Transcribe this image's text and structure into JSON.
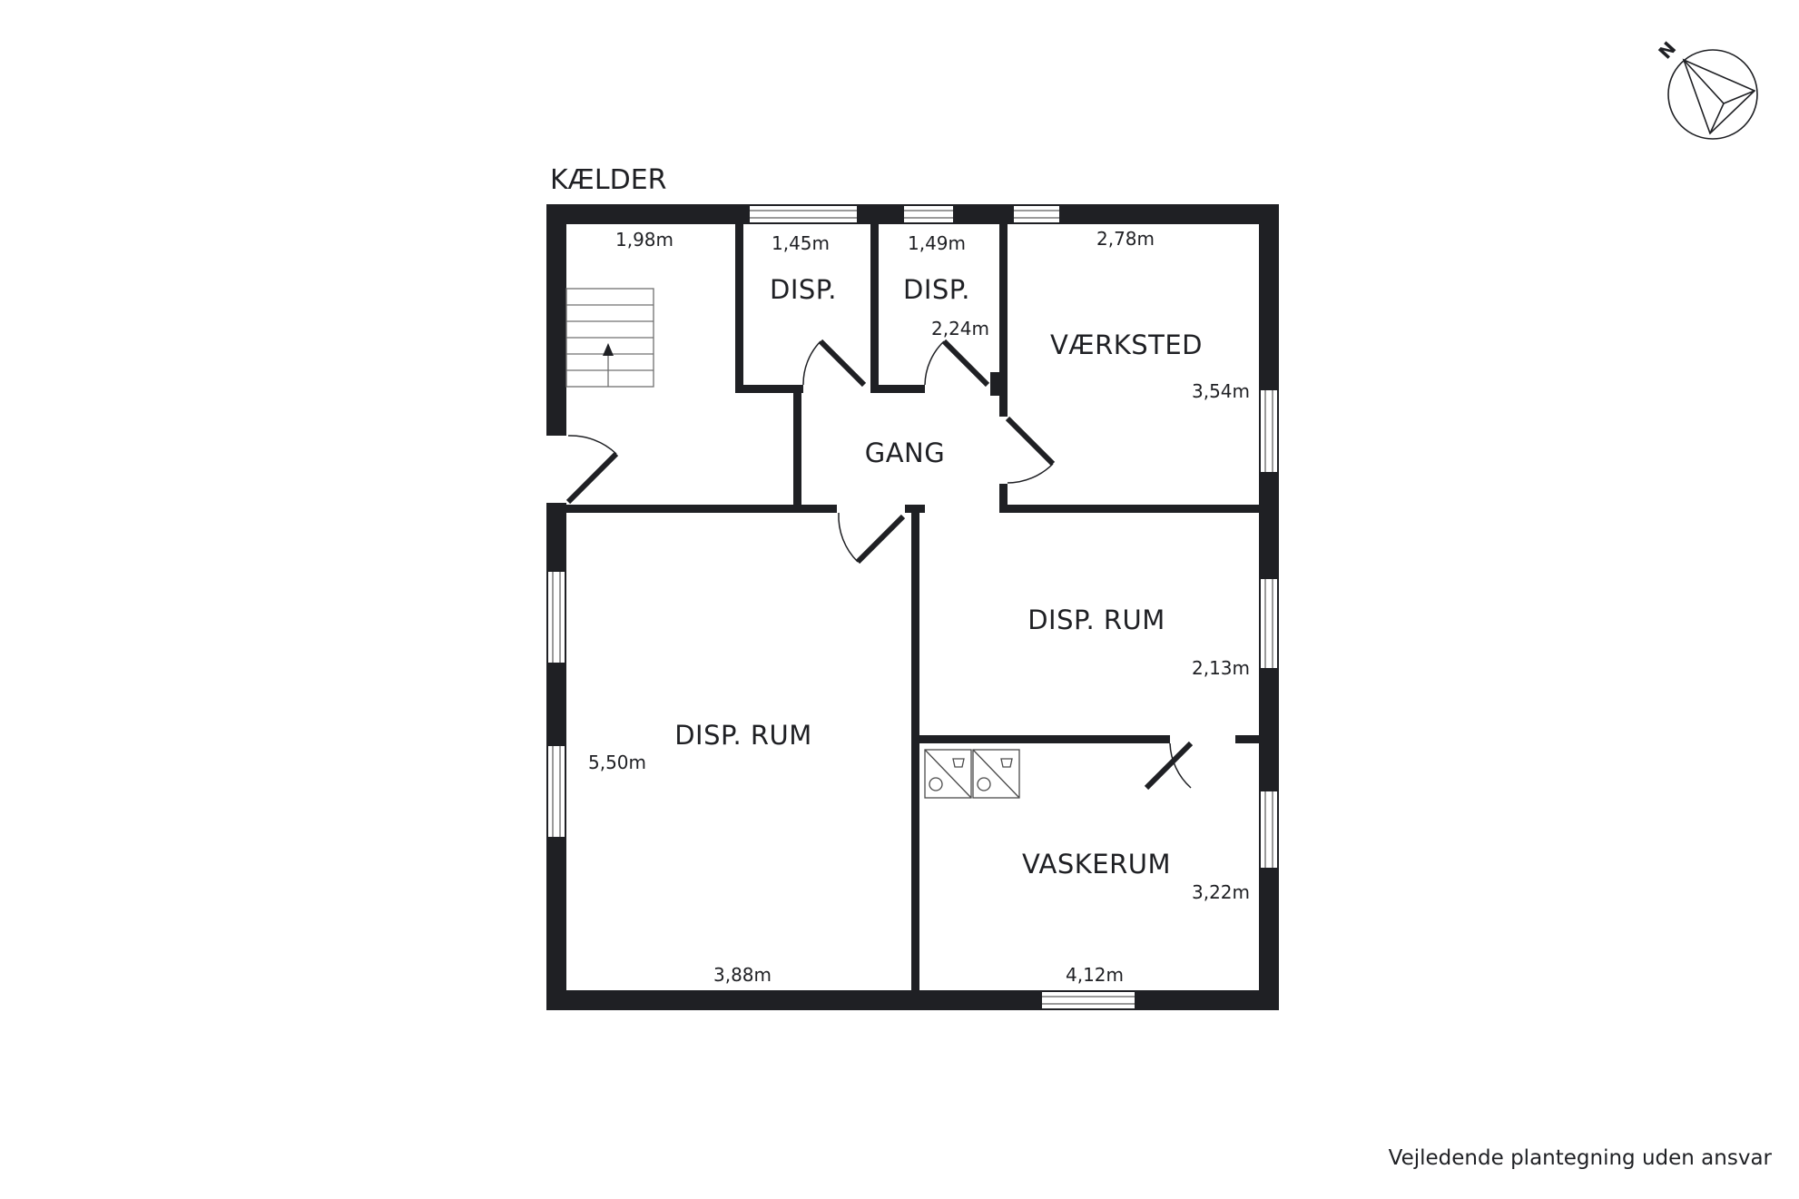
{
  "floor_title": "KÆLDER",
  "disclaimer": "Vejledende plantegning uden ansvar",
  "compass": {
    "label": "N"
  },
  "rooms": {
    "disp_small_1": "DISP.",
    "disp_small_2": "DISP.",
    "gang": "GANG",
    "vaerksted": "VÆRKSTED",
    "disp_rum_right": "DISP. RUM",
    "disp_rum_left": "DISP. RUM",
    "vaskerum": "VASKERUM"
  },
  "dimensions": {
    "stair_width": "1,98m",
    "disp1_width": "1,45m",
    "disp2_width": "1,49m",
    "disp2_depth": "2,24m",
    "vaerksted_width": "2,78m",
    "vaerksted_depth": "3,54m",
    "disp_rum_right_depth": "2,13m",
    "disp_rum_left_depth": "5,50m",
    "disp_rum_left_width": "3,88m",
    "vaskerum_width": "4,12m",
    "vaskerum_depth": "3,22m"
  }
}
